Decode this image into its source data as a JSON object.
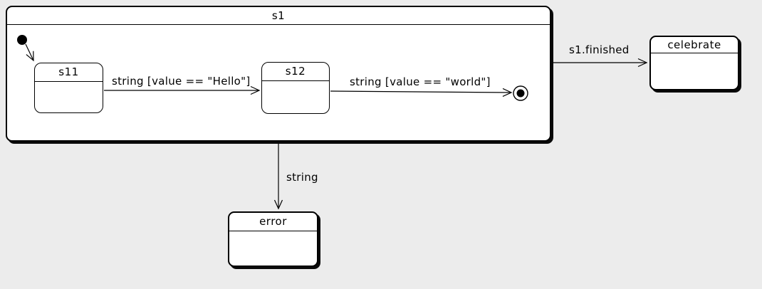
{
  "diagram": {
    "colors": {
      "background": "#ececec",
      "state_fill": "#ffffff",
      "line": "#000000",
      "shadow": "#0a0a0a"
    },
    "states": {
      "s1": {
        "title": "s1"
      },
      "s11": {
        "title": "s11"
      },
      "s12": {
        "title": "s12"
      },
      "celebrate": {
        "title": "celebrate"
      },
      "error": {
        "title": "error"
      }
    },
    "transitions": {
      "s11_to_s12": {
        "label": "string [value == \"Hello\"]"
      },
      "s12_to_final": {
        "label": "string [value == \"world\"]"
      },
      "s1_to_celebrate": {
        "label": "s1.finished"
      },
      "s1_to_error": {
        "label": "string"
      }
    },
    "markers": {
      "initial": "initial-pseudostate",
      "final": "final-state"
    }
  }
}
